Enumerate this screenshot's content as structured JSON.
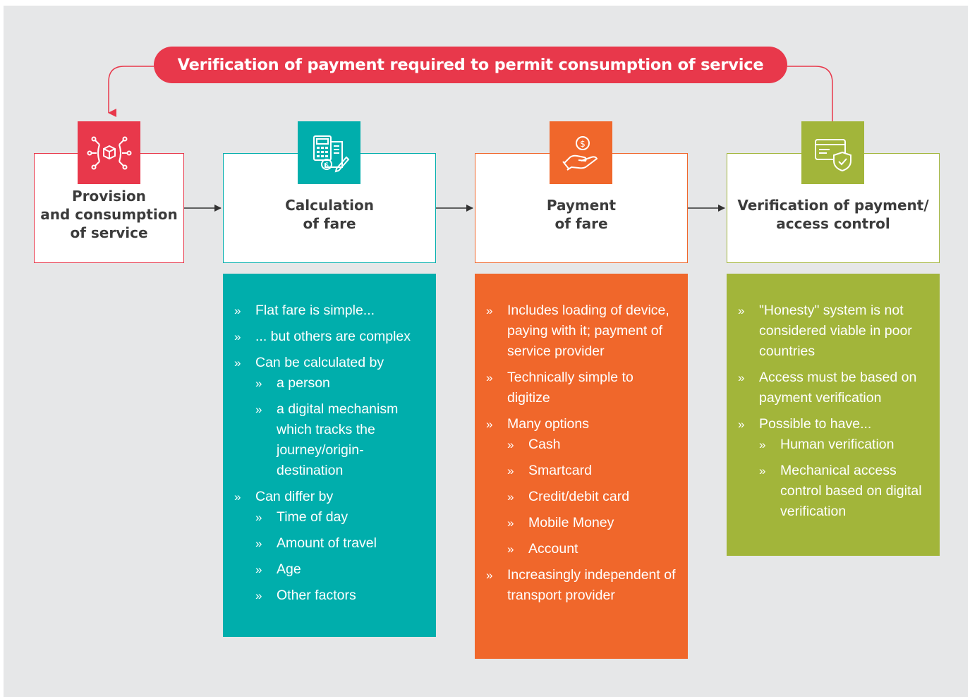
{
  "banner": {
    "text": "Verification of payment required to permit consumption of service"
  },
  "colors": {
    "red": "#e8384b",
    "teal": "#00aeac",
    "orange": "#f0672b",
    "green": "#a2b53a",
    "background": "#e6e7e8",
    "arrow": "#333333"
  },
  "stages": [
    {
      "label": "Provision\nand consumption\nof service",
      "icon": "service-hub-icon"
    },
    {
      "label": "Calculation\nof fare",
      "icon": "calculator-invoice-icon"
    },
    {
      "label": "Payment\nof fare",
      "icon": "hand-coin-icon"
    },
    {
      "label": "Verification of payment/\naccess control",
      "icon": "card-shield-icon"
    }
  ],
  "panels": {
    "calculation": {
      "items": [
        {
          "text": "Flat fare is simple..."
        },
        {
          "text": "... but others are complex"
        },
        {
          "text": "Can be calculated by",
          "sub": [
            "a person",
            "a digital mechanism which tracks the journey/origin-destination"
          ]
        },
        {
          "text": "Can differ by",
          "sub": [
            "Time of day",
            "Amount of travel",
            "Age",
            "Other factors"
          ]
        }
      ]
    },
    "payment": {
      "items": [
        {
          "text": "Includes loading of device, paying with it; payment of service provider"
        },
        {
          "text": "Technically simple to digitize"
        },
        {
          "text": "Many options",
          "sub": [
            "Cash",
            "Smartcard",
            "Credit/debit card",
            "Mobile Money",
            "Account"
          ]
        },
        {
          "text": "Increasingly independent of transport provider"
        }
      ]
    },
    "verification": {
      "items": [
        {
          "text": "\"Honesty\" system is not considered viable in poor countries"
        },
        {
          "text": "Access must be based on payment verification"
        },
        {
          "text": "Possible to have...",
          "sub": [
            "Human verification",
            "Mechanical access control based on digital verification"
          ]
        }
      ]
    }
  }
}
